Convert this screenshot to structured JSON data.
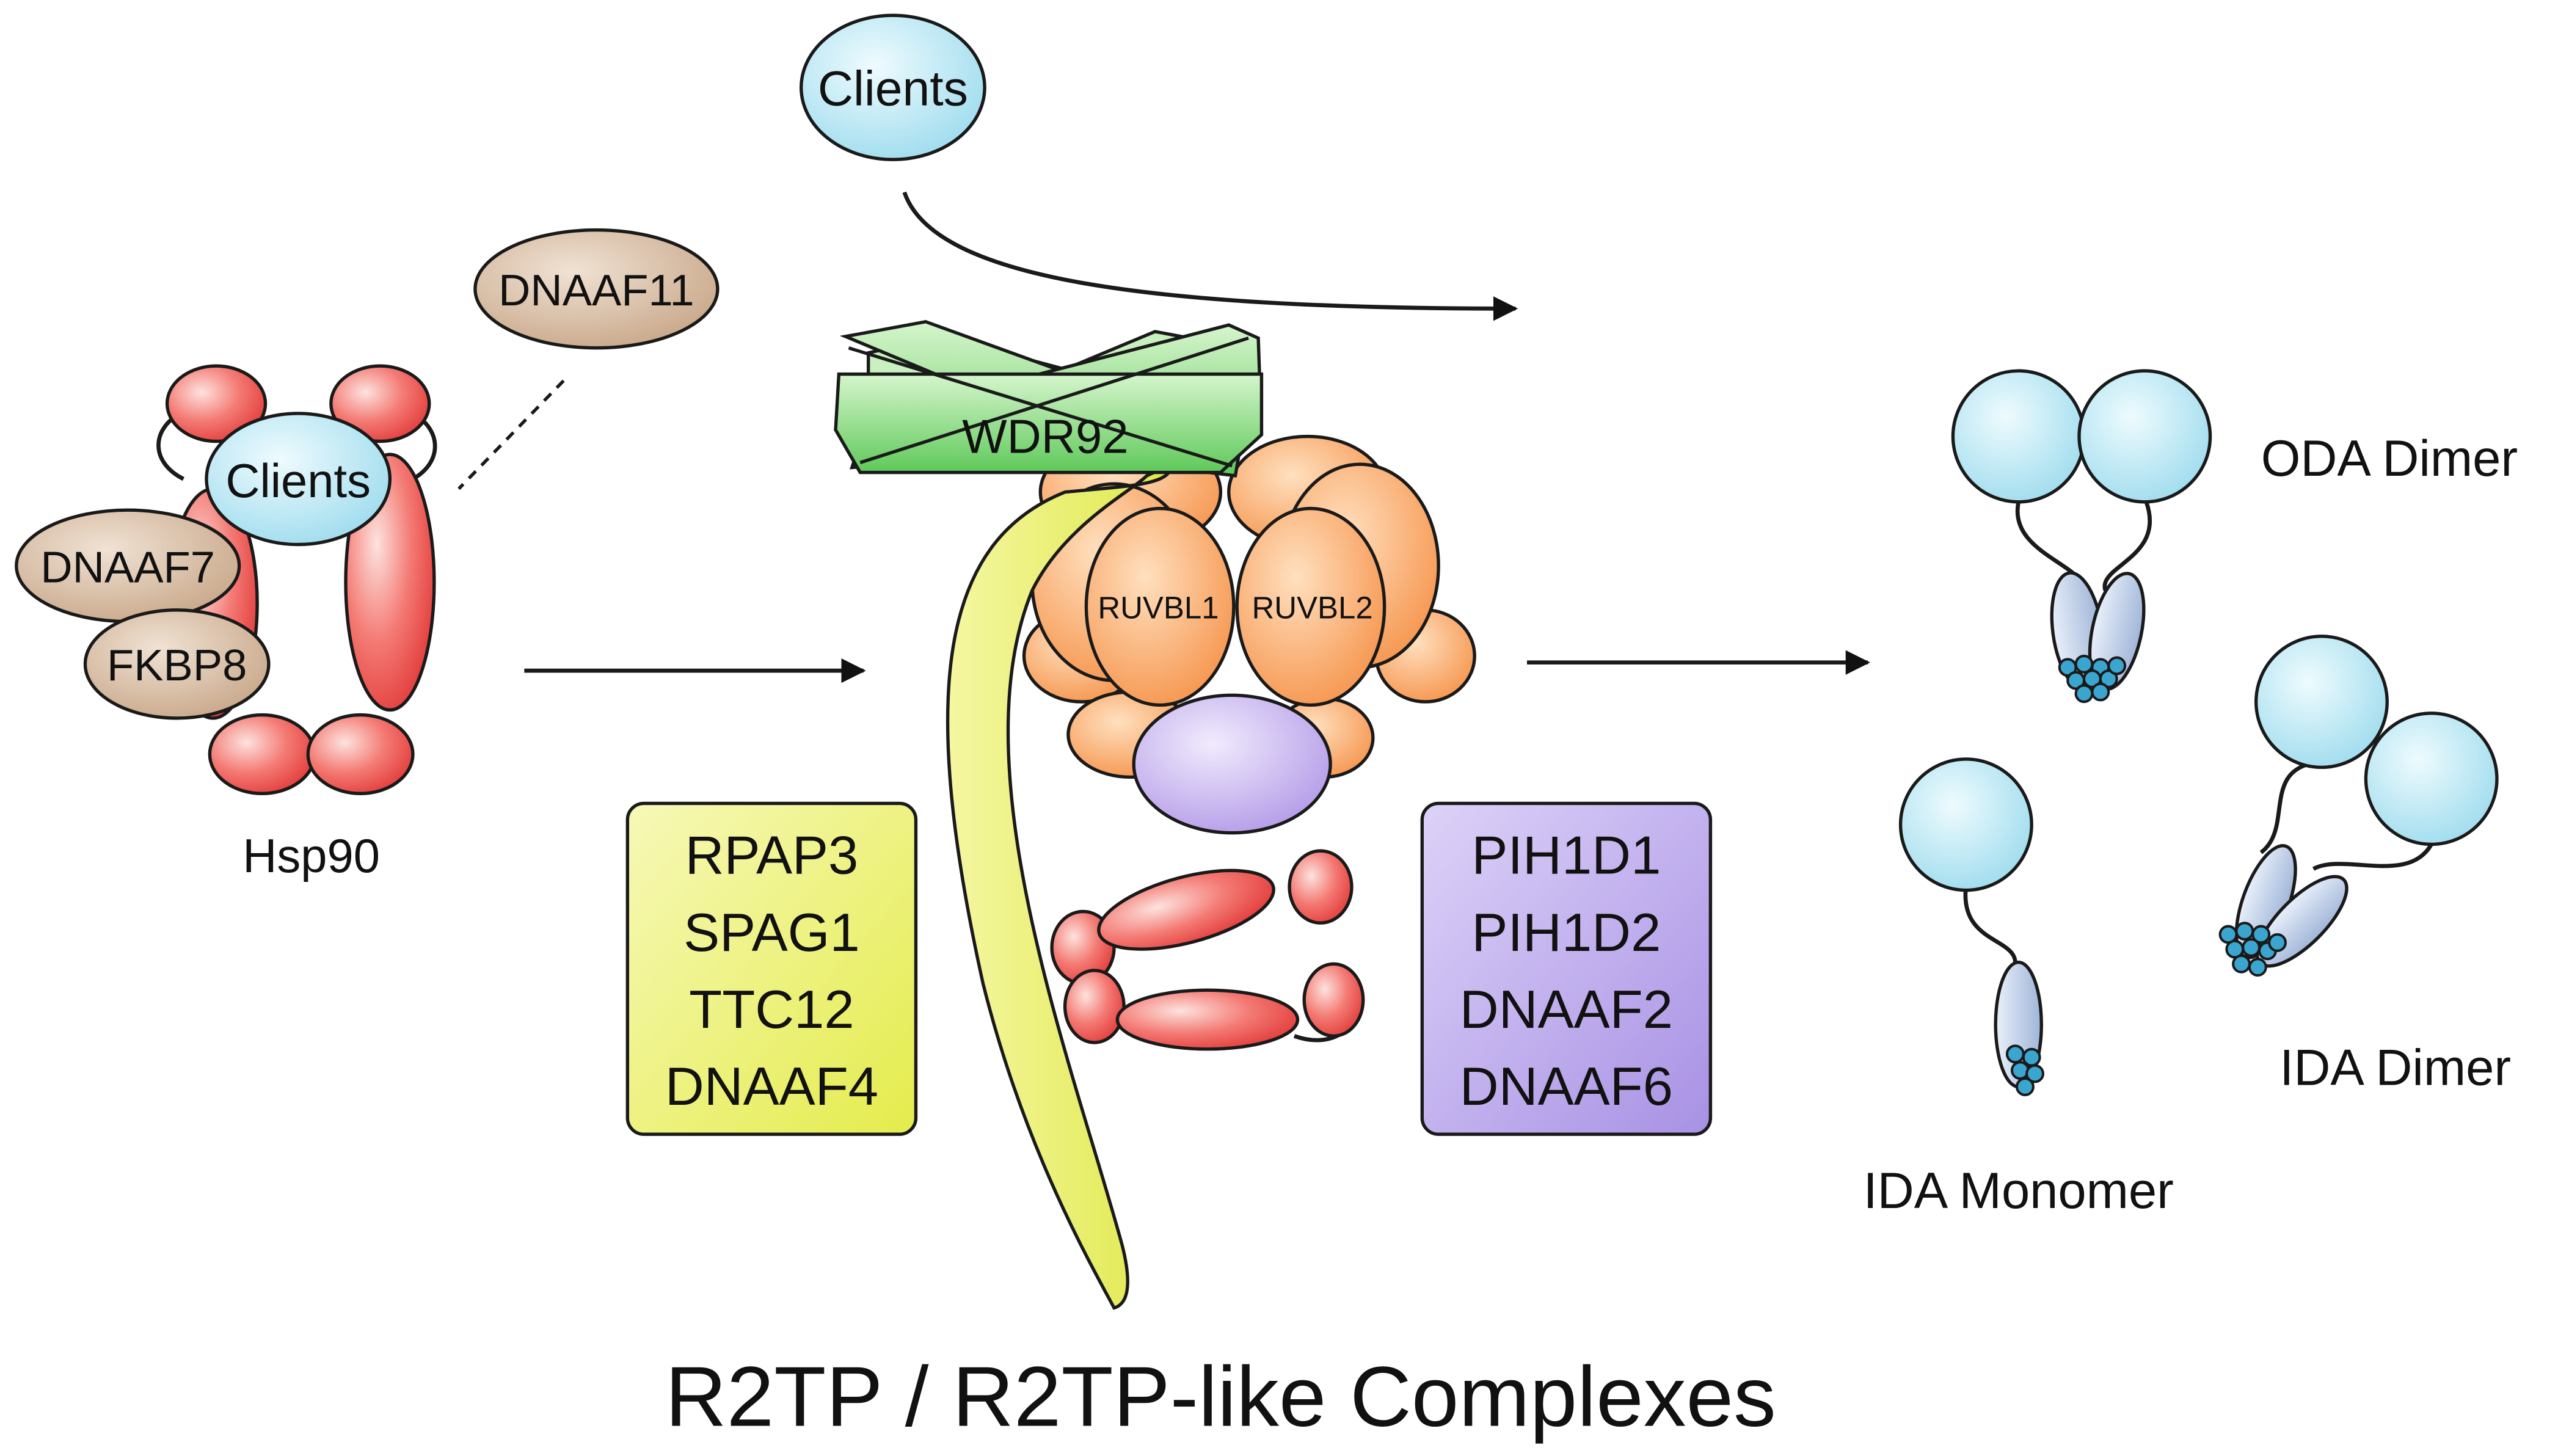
{
  "hsp90": {
    "label": "Hsp90",
    "clients": "Clients",
    "cochaperones": [
      "DNAAF7",
      "FKBP8"
    ],
    "dnaaf11": "DNAAF11"
  },
  "top_clients": "Clients",
  "wdr92": "WDR92",
  "ruvbl": [
    "RUVBL1",
    "RUVBL2"
  ],
  "yellow_box": [
    "RPAP3",
    "SPAG1",
    "TTC12",
    "DNAAF4"
  ],
  "purple_box": [
    "PIH1D1",
    "PIH1D2",
    "DNAAF2",
    "DNAAF6"
  ],
  "dyneins": {
    "oda_dimer": "ODA Dimer",
    "ida_monomer": "IDA Monomer",
    "ida_dimer": "IDA Dimer"
  },
  "title": "R2TP / R2TP-like Complexes",
  "colors": {
    "red": "#f47a74",
    "tan": "#d7bca4",
    "blue": "#c6eef8",
    "green": "#9be08e",
    "orange": "#fbb177",
    "lavender": "#cdb8f2",
    "yellow_box": "#edf27a",
    "purple_box": "#b9a6ec"
  }
}
